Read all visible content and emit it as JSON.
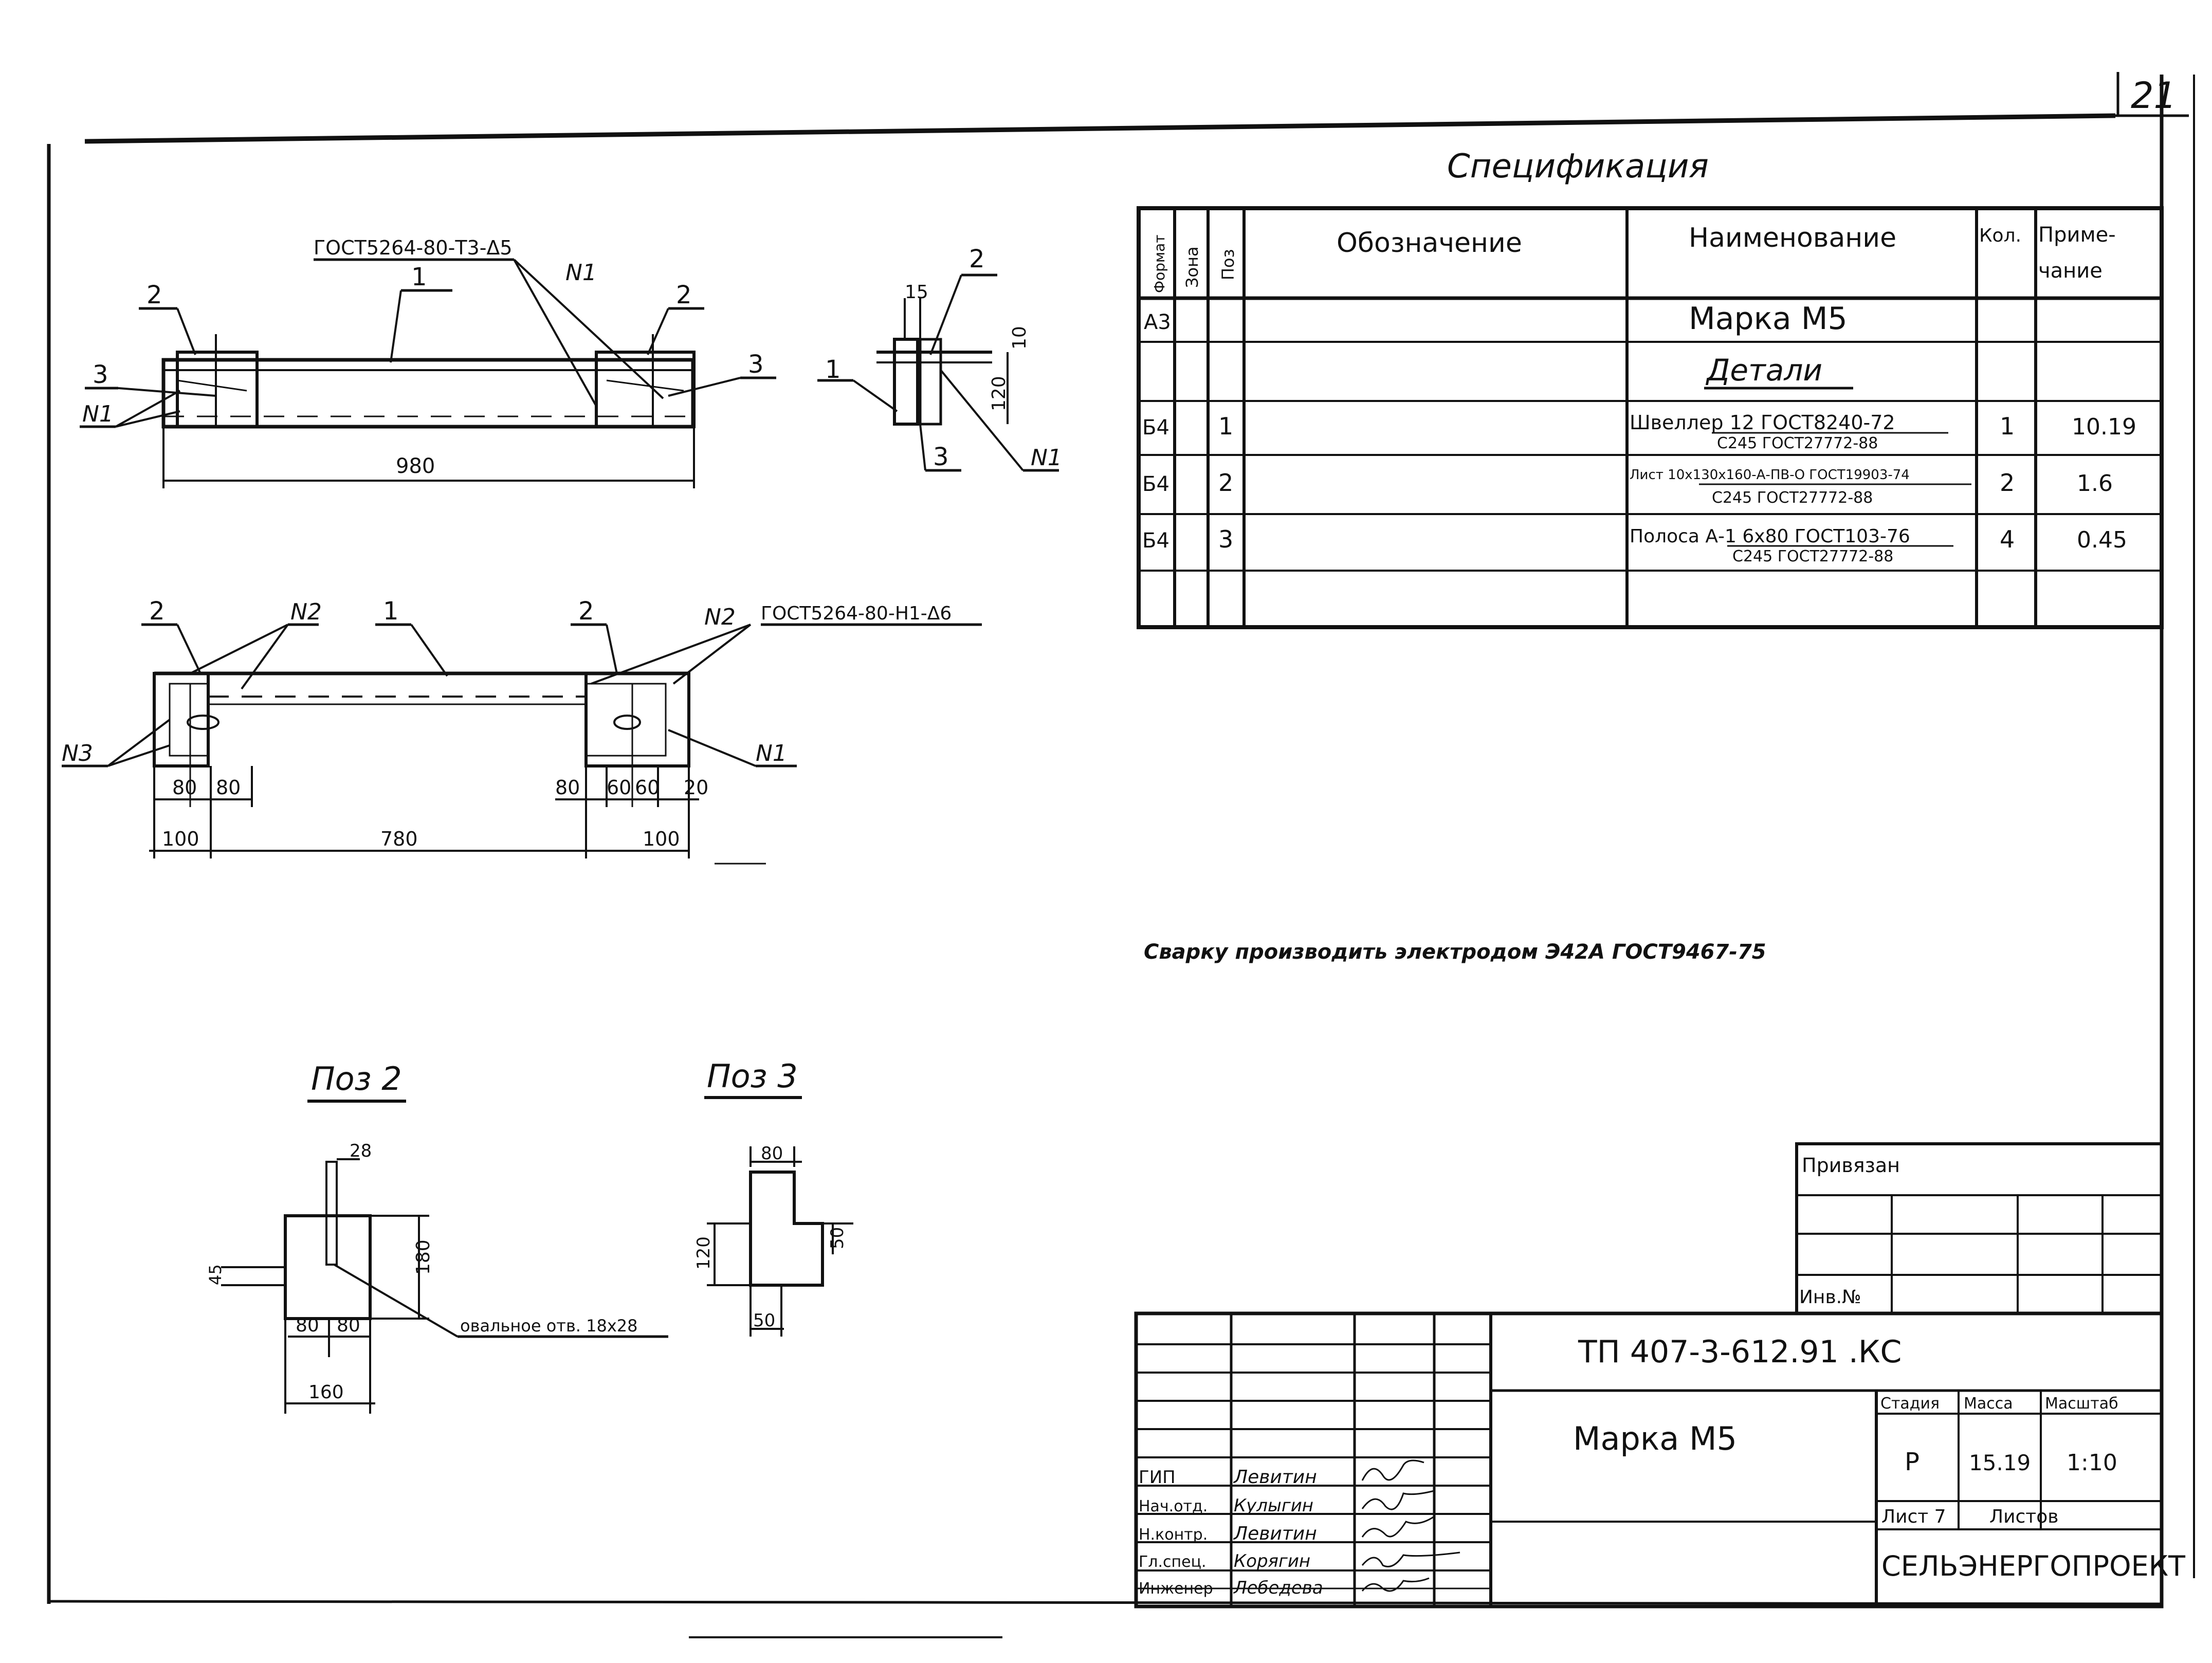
{
  "sheet": {
    "page_number": "21",
    "welding_note": "Сварку производить электродом Э42А ГОСТ9467-75"
  },
  "drawings": {
    "top_view": {
      "callout_spec": "ГОСТ5264-80-Т3-Δ5",
      "pos_1": "1",
      "pos_2_left": "2",
      "pos_2_right": "2",
      "pos_3_left": "3",
      "pos_3_right": "3",
      "weld_label_left": "Ν1",
      "weld_label_right": "Ν1",
      "dim_length": "980"
    },
    "section_view": {
      "pos_1": "1",
      "pos_2": "2",
      "pos_3": "3",
      "weld_label": "Ν1",
      "dim_15": "15",
      "dim_120": "120",
      "dim_10": "10"
    },
    "plan_view": {
      "callout_spec": "ГОСТ5264-80-Н1-Δ6",
      "pos_1": "1",
      "pos_2_left": "2",
      "pos_2_right": "2",
      "weld_n2_left": "Ν2",
      "weld_n2_right": "Ν2",
      "weld_n3": "Ν3",
      "weld_n1": "Ν1",
      "dims_left": [
        "80",
        "80"
      ],
      "dims_right": [
        "80",
        "60",
        "60",
        "20"
      ],
      "dim_100_left": "100",
      "dim_780": "780",
      "dim_100_right": "100"
    },
    "pos2": {
      "title": "Поз 2",
      "dim_28": "28",
      "dim_180": "180",
      "dim_45": "45",
      "dims_bottom": [
        "80",
        "80"
      ],
      "dim_160": "160",
      "hole_note": "овальное отв. 18х28"
    },
    "pos3": {
      "title": "Поз 3",
      "dim_80": "80",
      "dim_120": "120",
      "dim_50_right": "50",
      "dim_50_bottom": "50"
    }
  },
  "spec": {
    "title": "Спецификация",
    "headers": {
      "format": "Формат",
      "zone": "Зона",
      "pos": "Поз",
      "designation": "Обозначение",
      "name": "Наименование",
      "qty": "Кол.",
      "note_1": "Приме-",
      "note_2": "чание"
    },
    "rows": [
      {
        "format": "А3",
        "pos": "",
        "name": "Марка М5",
        "name_sub": "",
        "qty": "",
        "note": ""
      },
      {
        "format": "",
        "pos": "",
        "name": "Детали",
        "name_sub": "",
        "qty": "",
        "note": ""
      },
      {
        "format": "Б4",
        "pos": "1",
        "name": "Швеллер 12 ГОСТ8240-72",
        "name_sub": "С245 ГОСТ27772-88",
        "qty": "1",
        "note": "10.19"
      },
      {
        "format": "Б4",
        "pos": "2",
        "name": "Лист 10х130х160-А-ПВ-О ГОСТ19903-74",
        "name_sub": "С245 ГОСТ27772-88",
        "qty": "2",
        "note": "1.6"
      },
      {
        "format": "Б4",
        "pos": "3",
        "name": "Полоса А-1 6х80 ГОСТ103-76",
        "name_sub": "С245 ГОСТ27772-88",
        "qty": "4",
        "note": "0.45"
      },
      {
        "format": "",
        "pos": "",
        "name": "",
        "name_sub": "",
        "qty": "",
        "note": ""
      }
    ]
  },
  "attached_block": {
    "label": "Привязан",
    "inv_label": "Инв.№"
  },
  "title_block": {
    "doc_code": "ТП 407-3-612.91 .КС",
    "object_name": "Марка М5",
    "stage_label": "Стадия",
    "mass_label": "Масса",
    "scale_label": "Масштаб",
    "stage": "Р",
    "mass": "15.19",
    "scale": "1:10",
    "sheet_label": "Лист 7",
    "sheets_label": "Листов",
    "organization": "СЕЛЬЭНЕРГОПРОЕКТ",
    "signers": [
      {
        "role": "ГИП",
        "name": "Левитин"
      },
      {
        "role": "Нач.отд.",
        "name": "Кулыгин"
      },
      {
        "role": "Н.контр.",
        "name": "Левитин"
      },
      {
        "role": "Гл.спец.",
        "name": "Корягин"
      },
      {
        "role": "Инженер",
        "name": "Лебедева"
      }
    ]
  }
}
